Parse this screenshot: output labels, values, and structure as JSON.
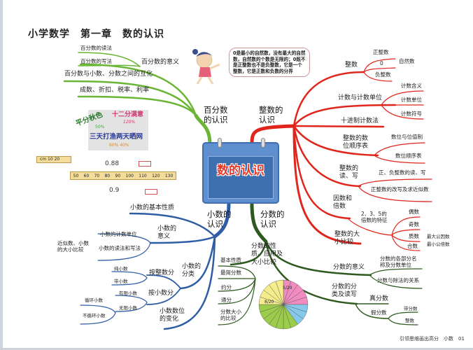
{
  "title": "小学数学　第一章　数的认识",
  "colors": {
    "percent_branch": "#6ab534",
    "integer_branch": "#e0261c",
    "decimal_branch": "#2f5da5",
    "fraction_branch": "#2f5a1f"
  },
  "center": {
    "label": "数的认识"
  },
  "bubble": "0是最小的自然数，没有最大的自然数，自然数的个数是无限的；0既不是正整数也不是负整数，它是一个整数，它是正数和负数的分界",
  "poster": {
    "idiom1": "平分秋色",
    "pct1": "50%",
    "idiom2": "十二分满意",
    "pct2": "120%",
    "idiom3": "三天打渔两天晒网",
    "pct3": "60%  40%"
  },
  "ruler": {
    "tape": "cm 10  20",
    "ticks": [
      "50",
      "60",
      "70",
      "80",
      "90",
      "100",
      "110",
      "120",
      "130"
    ],
    "top_label": "0.88",
    "bottom_label": "0.9"
  },
  "percent": {
    "label": "百分数的认识",
    "meaning": "百分数的意义",
    "read": "百分数的读法",
    "write": "百分数的写法",
    "convert": "百分数与小数、分数之间的互化",
    "apps": "成数、折扣、税率、利率"
  },
  "integer": {
    "label": "整数的认识",
    "int": "整数",
    "pos": "正整数",
    "zero": "0",
    "neg": "负整数",
    "natural": "自然数",
    "count": "计数与计数单位",
    "c1": "计数含义",
    "c2": "计数单位",
    "c3": "计数符号",
    "decimal_sys": "十进制计数法",
    "place": "整数的数位顺序表",
    "p1": "数位与位值制",
    "p2": "数位顺序表",
    "rw": "整数的读、写",
    "rw1": "正、负整数的读、写",
    "rw2": "正整数的改写及求近似数",
    "fm": "因数和倍数",
    "f235": "2、3、5的倍数的特征",
    "even": "偶数",
    "odd": "奇数",
    "prime": "质数",
    "composite": "合数",
    "gcf": "最大公因数",
    "lcm": "最小公倍数",
    "compare": "整数的大小比较"
  },
  "decimal": {
    "label": "小数的认识",
    "prop": "小数的基本性质",
    "meaning": "小数的意义",
    "unit": "小数的计数单位",
    "rw": "小数的读法和写法",
    "approx": "近似数、小数的大小比较",
    "class": "小数的分类",
    "by_int": "按整数分",
    "pure": "纯小数",
    "mixed": "带小数",
    "by_dec": "按小数分",
    "finite": "有限小数",
    "infinite": "无限小数",
    "repeat": "循环小数",
    "nonrepeat": "不循环小数",
    "shift": "小数数位的变化"
  },
  "fraction": {
    "label": "分数的认识",
    "props": "分数的性质、应用及大小比较",
    "basic": "基本性质",
    "simplest": "最简分数",
    "reduce": "约分",
    "common": "通分",
    "compare": "分数大小的比较",
    "meaning": "分数的意义",
    "parts": "分数的各部分名称及分数单位",
    "division": "分数与除法的关系",
    "class": "分数的分类及读写",
    "proper": "真分数",
    "improper": "假分数",
    "mixed": "带分数",
    "whole": "整数",
    "pie_labels": [
      "5/20",
      "8/20"
    ]
  },
  "footer": "引领思维画出高分　小数　01"
}
